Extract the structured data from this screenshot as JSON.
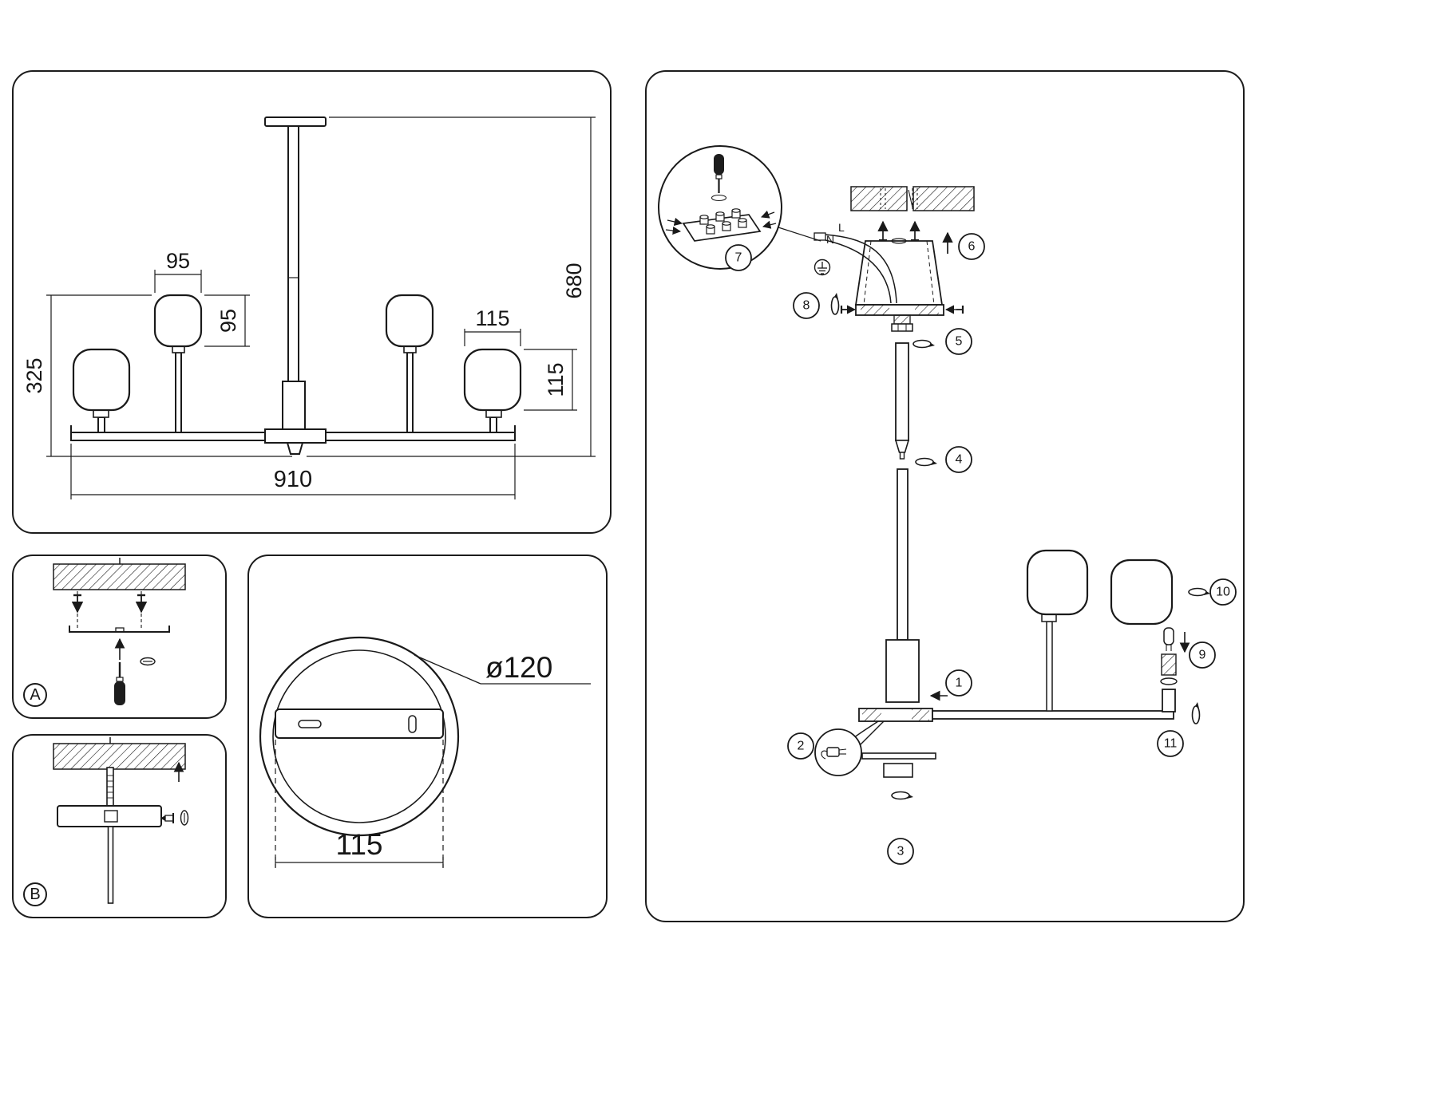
{
  "page": {
    "ink": "#1a1a1a",
    "background": "#ffffff"
  },
  "dimension_panel": {
    "dims": {
      "upper_shade_width": "95",
      "upper_shade_height": "95",
      "lower_shade_width": "115",
      "lower_shade_height": "115",
      "body_drop": "325",
      "total_drop": "680",
      "total_width": "910"
    }
  },
  "mounting_panel_a": {
    "label": "A"
  },
  "mounting_panel_b": {
    "label": "B"
  },
  "canopy_panel": {
    "diameter": "ø120",
    "mount_spacing": "115"
  },
  "assembly_panel": {
    "wires": {
      "live": "L",
      "neutral": "N"
    },
    "steps": [
      "1",
      "2",
      "3",
      "4",
      "5",
      "6",
      "7",
      "8",
      "9",
      "10",
      "11"
    ]
  }
}
